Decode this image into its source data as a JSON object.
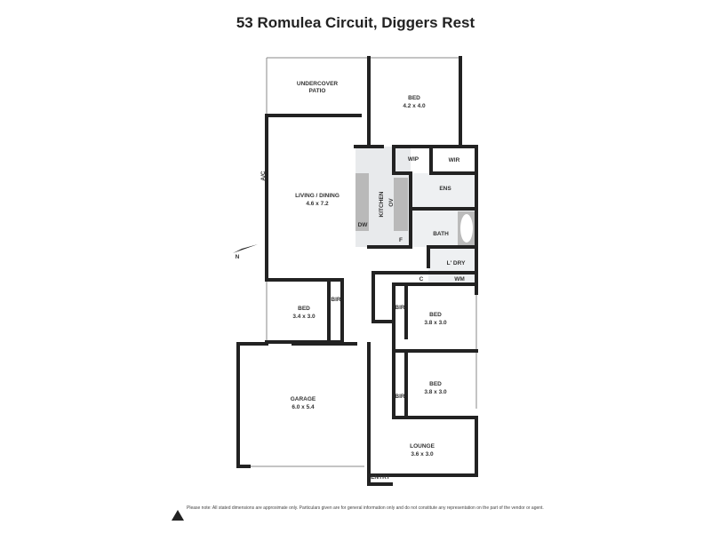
{
  "title": "53 Romulea Circuit, Diggers Rest",
  "rooms": {
    "patio": {
      "name": "UNDERCOVER",
      "name2": "PATIO"
    },
    "bed1": {
      "name": "BED",
      "dims": "4.2 x 4.0"
    },
    "living": {
      "name": "LIVING / DINING",
      "dims": "4.6 x 7.2"
    },
    "kitchen": {
      "name": "KITCHEN"
    },
    "wip": {
      "name": "WIP"
    },
    "wir": {
      "name": "WIR"
    },
    "ens": {
      "name": "ENS"
    },
    "bath": {
      "name": "BATH"
    },
    "ldry": {
      "name": "L' DRY"
    },
    "c": {
      "name": "C"
    },
    "wm": {
      "name": "WM"
    },
    "dw": {
      "name": "DW"
    },
    "ov": {
      "name": "OV"
    },
    "f": {
      "name": "F"
    },
    "ac": {
      "name": "A/C"
    },
    "bed2": {
      "name": "BED",
      "dims": "3.4 x 3.0",
      "bir": "BIR"
    },
    "bed3": {
      "name": "BED",
      "dims": "3.8 x 3.0",
      "bir": "BIR"
    },
    "bed4": {
      "name": "BED",
      "dims": "3.8 x 3.0",
      "bir": "BIR"
    },
    "garage": {
      "name": "GARAGE",
      "dims": "6.0 x 5.4"
    },
    "lounge": {
      "name": "LOUNGE",
      "dims": "3.6 x 3.0"
    },
    "entry": {
      "name": "ENTRY"
    }
  },
  "compass": {
    "label": "N"
  },
  "disclaimer": "Please note: All stated dimensions are approximate only. Particulars given are for general information only and do not constitute any representation on the part of the vendor or agent."
}
